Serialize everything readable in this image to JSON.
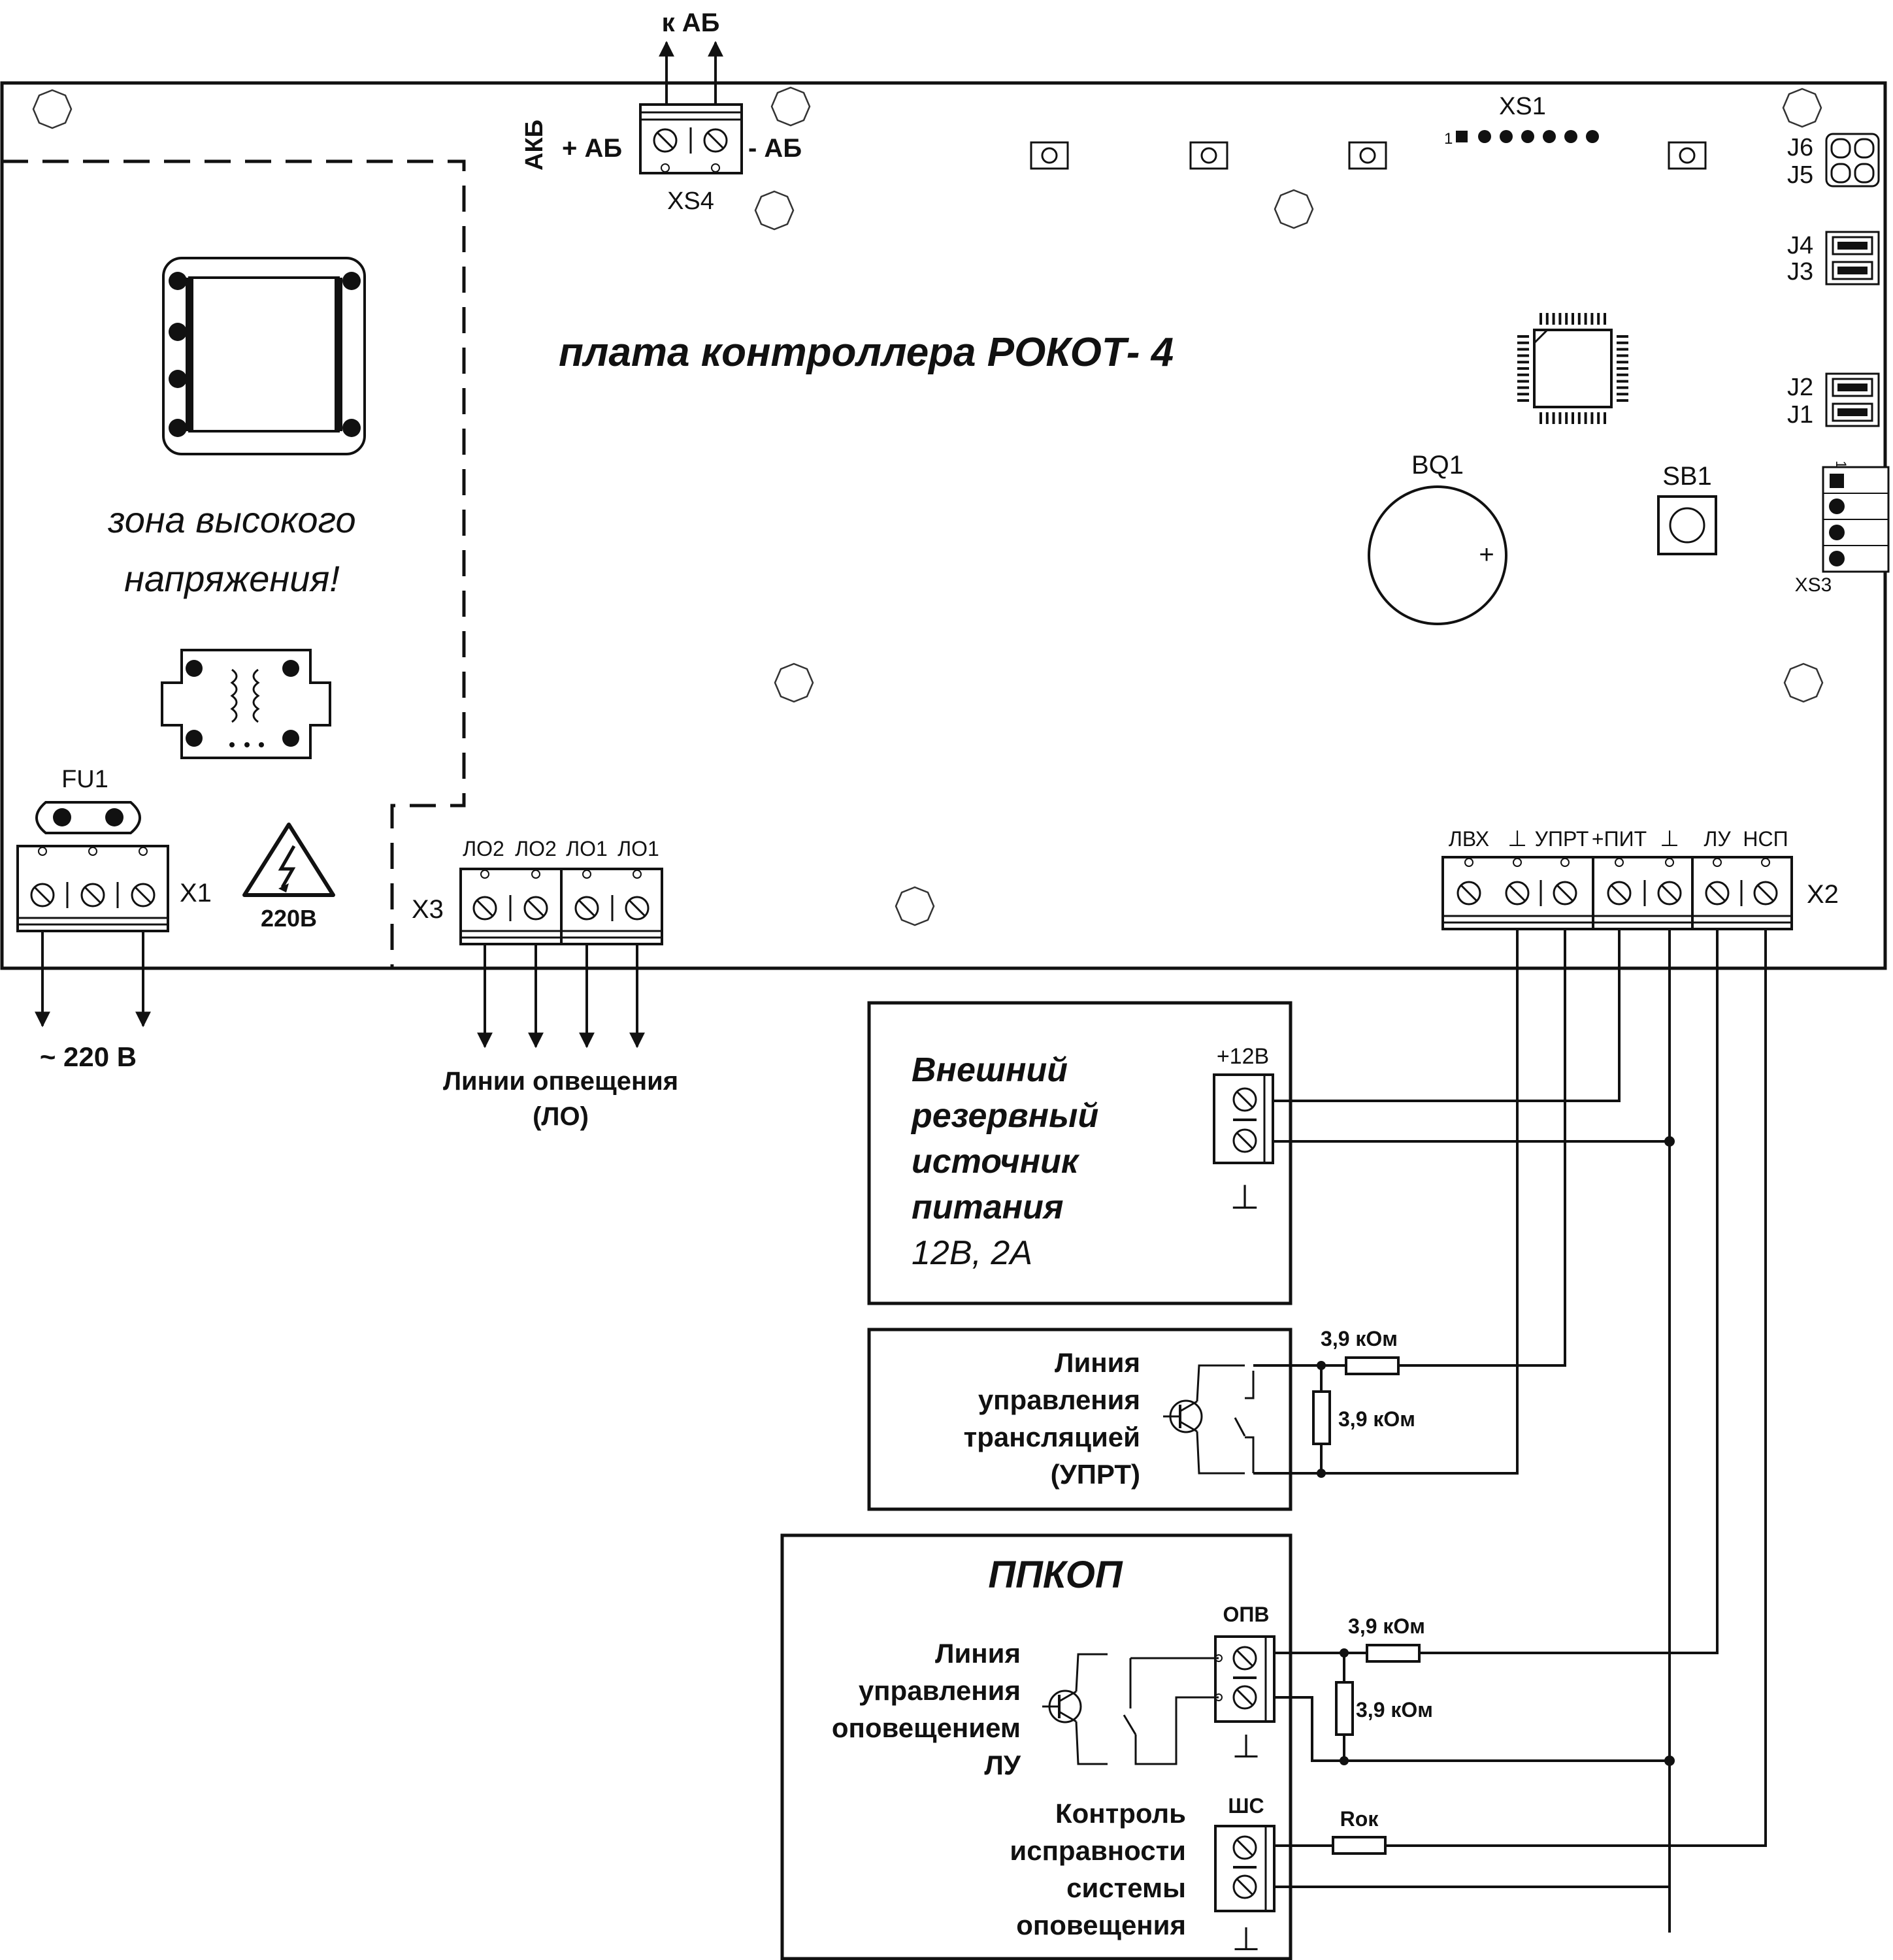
{
  "board": {
    "title": "плата контроллера  РОКОТ- 4",
    "hv_zone_line1": "зона высокого",
    "hv_zone_line2": "напряжения!",
    "hv_sign_voltage": "220В"
  },
  "xs4": {
    "name": "XS4",
    "battery_label": "АКБ",
    "plus_label": "+ АБ",
    "minus_label": "- АБ",
    "to_battery": "к АБ"
  },
  "x1": {
    "name": "X1",
    "fuse": "FU1",
    "mains": "~ 220 В"
  },
  "x3": {
    "name": "X3",
    "pins": [
      "ЛО2",
      "ЛО2",
      "ЛО1",
      "ЛО1"
    ],
    "lines_line1": "Линии опвещения",
    "lines_line2": "(ЛО)"
  },
  "x2": {
    "name": "X2",
    "pins": [
      "ЛВХ",
      "⊥",
      "УПРТ",
      "+ПИТ",
      "⊥",
      "ЛУ",
      "НСП"
    ]
  },
  "components": {
    "xs1": "XS1",
    "xs1_pin1": "1",
    "xs3": "XS3",
    "xs3_pin1": "1",
    "bq1": "BQ1",
    "bq1_plus": "+",
    "sb1": "SB1",
    "jumpers": [
      "J6",
      "J5",
      "J4",
      "J3",
      "J2",
      "J1"
    ]
  },
  "ext_psu": {
    "line1": "Внешний",
    "line2": "резервный",
    "line3": "источник",
    "line4": "питания",
    "rating": "12В, 2А",
    "terminal_label": "+12В",
    "ground": "⊥"
  },
  "uprt": {
    "line1": "Линия",
    "line2": "управления",
    "line3": "трансляцией",
    "line4": "(УПРТ)",
    "r_series": "3,9 кОм",
    "r_shunt": "3,9 кОм"
  },
  "ppkop": {
    "title": "ППКОП",
    "opv_label": "ОПВ",
    "lu_line1": "Линия",
    "lu_line2": "управления",
    "lu_line3": "оповещением",
    "lu_line4": "ЛУ",
    "r_series": "3,9 кОм",
    "r_shunt": "3,9 кОм",
    "shs_label": "ШС",
    "rok": "Rок",
    "ctrl_line1": "Контроль",
    "ctrl_line2": "исправности",
    "ctrl_line3": "системы",
    "ctrl_line4": "оповещения",
    "ground": "⊥"
  }
}
